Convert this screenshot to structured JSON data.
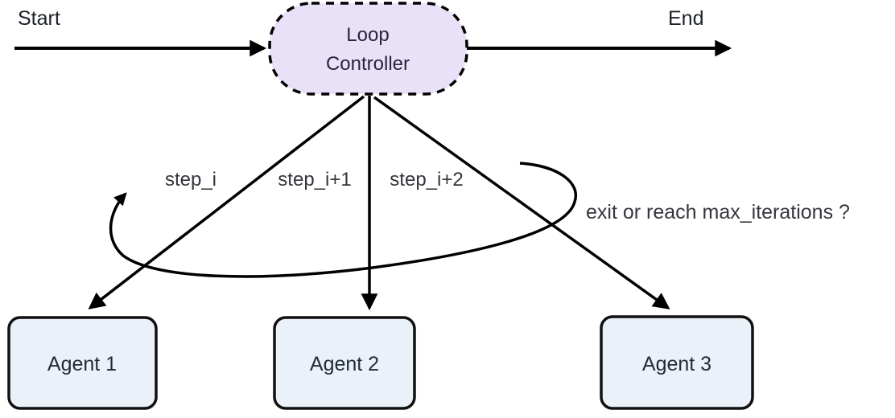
{
  "canvas": {
    "background": "#ffffff",
    "line_color": "#000000"
  },
  "terminals": {
    "start": "Start",
    "end": "End",
    "text_color": "#1d2129"
  },
  "controller": {
    "lines": [
      "Loop",
      "Controller"
    ],
    "fill": "#e9e1f8",
    "border_color": "#000000",
    "text_color": "#29243e"
  },
  "agents": [
    {
      "label": "Agent 1"
    },
    {
      "label": "Agent 2"
    },
    {
      "label": "Agent 3"
    }
  ],
  "agent_style": {
    "fill": "#eaf1f9",
    "border_color": "#111111",
    "text_color": "#222b38"
  },
  "edge_labels": [
    {
      "text": "step_i"
    },
    {
      "text": "step_i+1"
    },
    {
      "text": "step_i+2"
    }
  ],
  "loop": {
    "label": "exit or reach max_iterations ?",
    "label_color": "#33363d"
  }
}
